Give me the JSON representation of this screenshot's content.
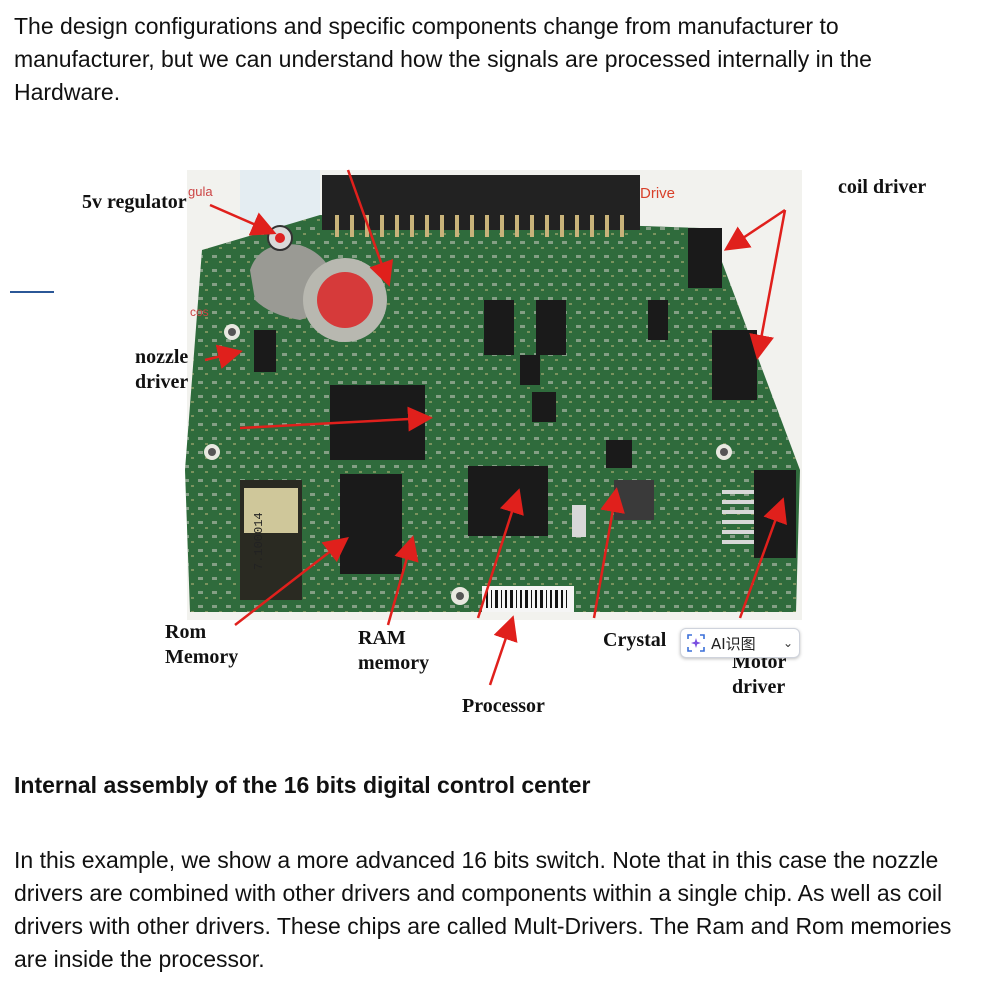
{
  "intro_text": "The design configurations and specific components change from manufacturer to manufacturer, but we can understand how the signals are processed internally in the Hardware.",
  "figure": {
    "labels": {
      "regulator": "5v regulator",
      "coil_driver": "coil driver",
      "nozzle_driver_1": "nozzle",
      "nozzle_driver_2": "driver",
      "rom_1": "Rom",
      "rom_2": "Memory",
      "ram_1": "RAM",
      "ram_2": "memory",
      "processor": "Processor",
      "crystal": "Crystal",
      "motor_1": "Motor",
      "motor_2": "driver"
    },
    "board_text": {
      "drive": "Drive",
      "regula": "gula",
      "cos": "cos",
      "chip_code": "7.100014"
    },
    "colors": {
      "pcb": "#2f6b3c",
      "arrow": "#e0201c",
      "chip": "#1a1a1a",
      "connector": "#222222"
    }
  },
  "ai_widget": {
    "label": "AI识图",
    "chevron": "⌄"
  },
  "heading": "Internal assembly of the 16 bits digital control center",
  "outro_text": "In this example, we show a more advanced 16 bits switch. Note that in this case the nozzle drivers are combined with other drivers and components within a single chip. As well as coil drivers with other drivers. These chips are called Mult-Drivers. The Ram and Rom memories are inside the processor."
}
